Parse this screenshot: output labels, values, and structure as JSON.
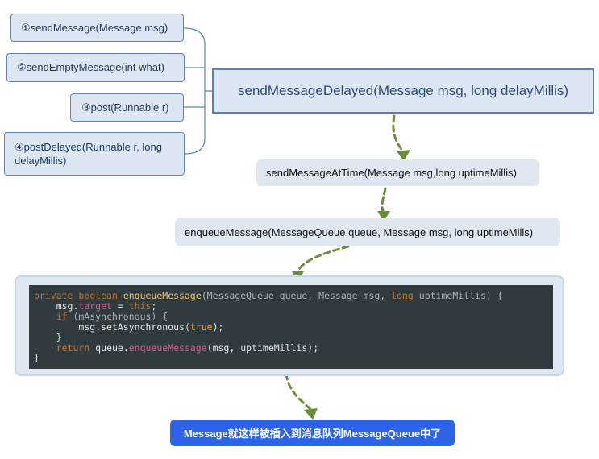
{
  "left_nodes": [
    "①sendMessage(Message msg)",
    "②sendEmptyMessage(int what)",
    "③post(Runnable r)",
    "④postDelayed(Runnable r, long delayMillis)"
  ],
  "main_node": "sendMessageDelayed(Message msg, long delayMillis)",
  "step1": "sendMessageAtTime(Message msg,long uptimeMillis)",
  "step2": "enqueueMessage(MessageQueue queue, Message msg, long uptimeMills)",
  "code": {
    "l1_private": "private",
    "l1_boolean": "boolean",
    "l1_method": "enqueueMessage",
    "l1_params": "(MessageQueue queue, Message msg, ",
    "l1_long": "long",
    "l1_end": " uptimeMillis) {",
    "l2_obj": "msg.",
    "l2_field": "target",
    "l2_eq": " = ",
    "l2_this": "this",
    "l2_semi": ";",
    "l3_if": "if",
    "l3_rest": " (mAsynchronous) {",
    "l4_call": "msg.setAsynchronous(",
    "l4_true": "true",
    "l4_end": ");",
    "l5": "}",
    "l6_return": "return",
    "l6_obj": " queue.",
    "l6_method": "enqueueMessage",
    "l6_end": "(msg, uptimeMillis);",
    "l7": "}"
  },
  "final_node": "Message就这样被插入到消息队列MessageQueue中了",
  "colors": {
    "node_fill": "#dde7f3",
    "node_border": "#5d84b8",
    "connector": "#5d84b8",
    "arrow": "#6a8f3a",
    "code_bg": "#2f3b3f",
    "final_fill": "#2d63e6"
  }
}
